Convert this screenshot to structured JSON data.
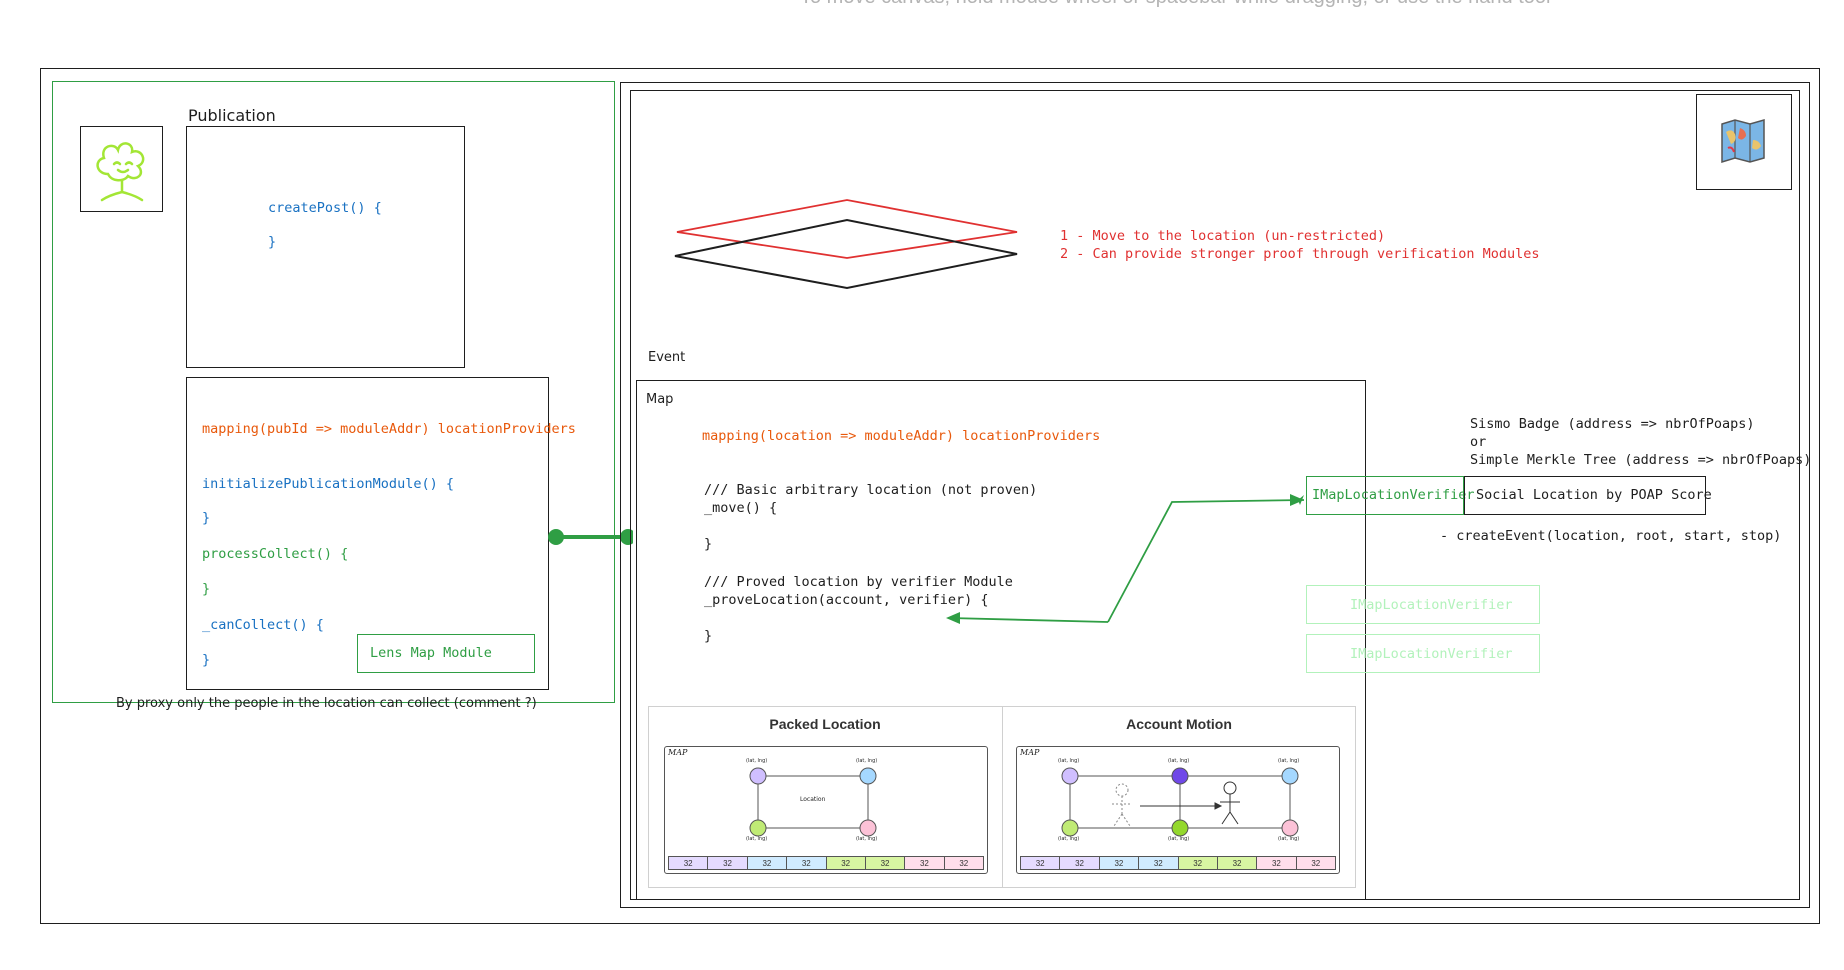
{
  "canvas_hint": "To move canvas, hold mouse wheel or spacebar while dragging, or use the hand tool",
  "publication": {
    "title": "Publication",
    "code_open": "createPost() {",
    "code_close": "}"
  },
  "lens_module": {
    "mapping": "mapping(pubId => moduleAddr) locationProviders",
    "init": "initializePublicationModule() {",
    "init_close": "}",
    "process": "processCollect() {",
    "process_close": "}",
    "can_collect": "_canCollect() {",
    "can_collect_close": "}",
    "label": "Lens Map Module"
  },
  "proxy_note": "By proxy only the people in the location can collect (comment ?)",
  "notes": {
    "line1": "1  - Move to the location (un-restricted)",
    "line2": "2 - Can provide stronger proof through verification Modules"
  },
  "event": {
    "label": "Event"
  },
  "map": {
    "label": "Map",
    "mapping": "mapping(location => moduleAddr) locationProviders",
    "comment1": "/// Basic arbitrary location (not proven)",
    "move": "_move() {",
    "move_close": "}",
    "comment2": "/// Proved location by verifier Module",
    "prove": "_proveLocation(account, verifier) {",
    "prove_close": "}"
  },
  "verifier": {
    "main": "IMapLocationVerifier",
    "social": "Social Location by POAP Score",
    "sismo": "Sismo Badge (address => nbrOfPoaps)",
    "or": "or",
    "merkle": "Simple Merkle Tree (address => nbrOfPoaps)",
    "create_event": "- createEvent(location, root, start, stop)",
    "ghost1": "IMapLocationVerifier",
    "ghost2": "IMapLocationVerifier"
  },
  "thumbnails": {
    "packed": {
      "title": "Packed Location",
      "map_label": "MAP",
      "center_label": "Location",
      "point_label": "(lat, lng)",
      "cells": [
        "32",
        "32",
        "32",
        "32",
        "32",
        "32",
        "32",
        "32"
      ]
    },
    "motion": {
      "title": "Account Motion",
      "map_label": "MAP",
      "point_label": "(lat, lng)",
      "cells": [
        "32",
        "32",
        "32",
        "32",
        "32",
        "32",
        "32",
        "32"
      ]
    }
  },
  "colors": {
    "green": "#2f9e44",
    "orange": "#e8590c",
    "blue": "#1971c2",
    "red": "#e03131"
  },
  "icons": [
    "lens-logo-icon",
    "map-icon"
  ]
}
